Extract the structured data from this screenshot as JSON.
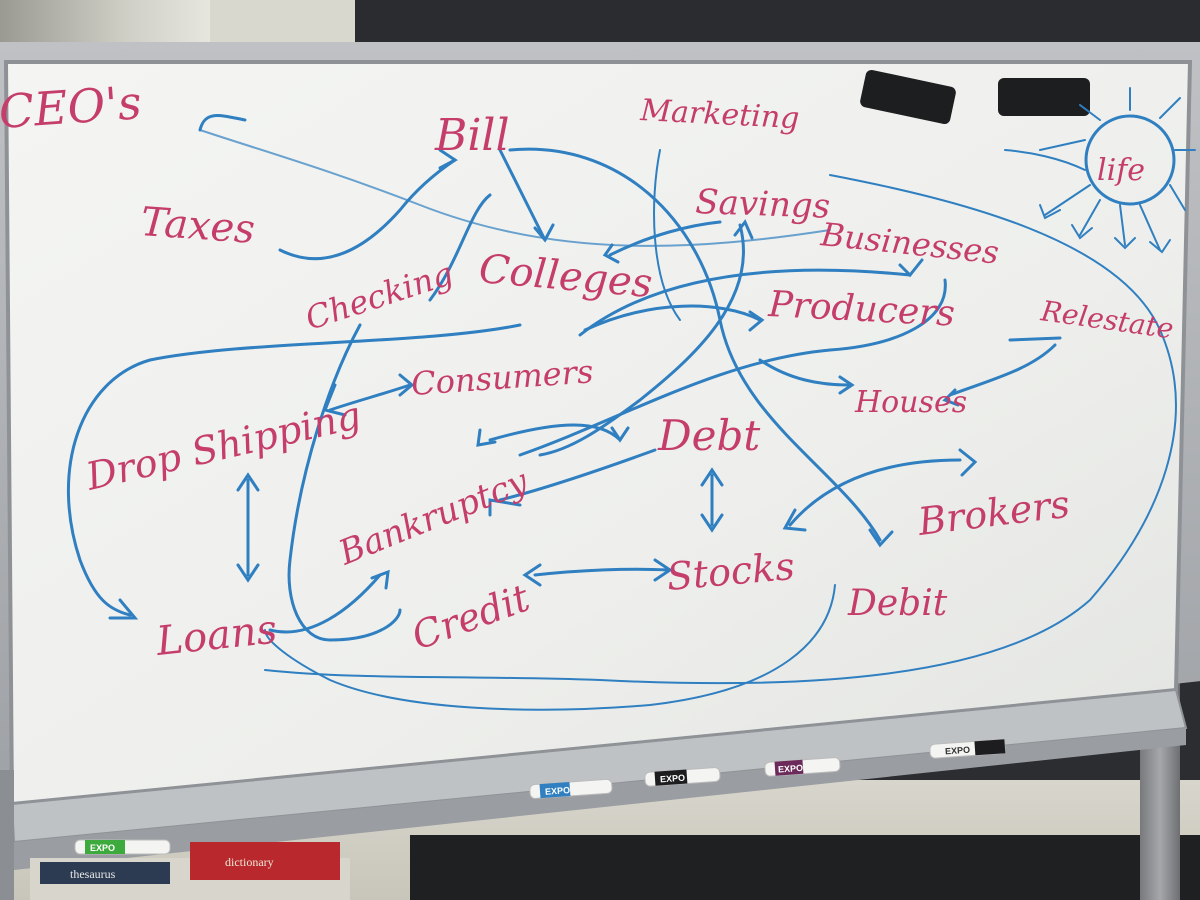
{
  "board_words": {
    "ceos": "CEO's",
    "bill": "Bill",
    "marketing": "Marketing",
    "taxes": "Taxes",
    "savings": "Savings",
    "businesses": "Businesses",
    "life": "life",
    "checking": "Checking",
    "colleges": "Colleges",
    "producers": "Producers",
    "relestate": "Relestate",
    "consumers": "Consumers",
    "houses": "Houses",
    "drop_shipping": "Drop Shipping",
    "debt": "Debt",
    "bankruptcy": "Bankruptcy",
    "brokers": "Brokers",
    "stocks": "Stocks",
    "loans": "Loans",
    "credit": "Credit",
    "debit": "Debit"
  },
  "tray_items": {
    "marker_green": "EXPO",
    "marker_blue": "EXPO",
    "marker_black": "EXPO",
    "marker_purple": "EXPO",
    "marker_white": "EXPO",
    "book_thesaurus": "thesaurus",
    "book_dictionary": "dictionary"
  },
  "colors": {
    "ink_pink": "#c53d6a",
    "ink_blue": "#2f7fc1",
    "board_white": "#f1f2f0"
  }
}
